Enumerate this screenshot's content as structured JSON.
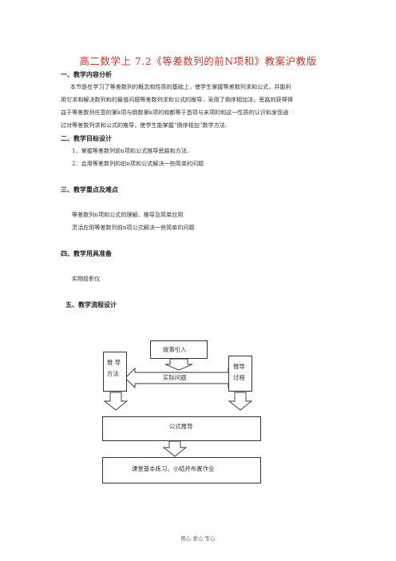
{
  "title": "高二数学上 7.2《等差数列的前N项和》教案沪教版",
  "sections": [
    {
      "heading": "一、教学内容分析",
      "paragraph_lines": [
        "本节是在学习了等差数列的概念和性质的基础上，使学生掌握等差数列求和公式，并能利",
        "用它求和解决数列和的最值问题等差数列求和公式的推导，采用了倒序相加法，思路的获得得",
        "益于等差数列任意的第k项与倒数第k项的和都等于首项与末项的和这一性质的认识和发现通",
        "过对等差数列求和公式的推导，使学生能掌握“倒序相加”数学方法."
      ]
    },
    {
      "heading": "二、教学目标设计",
      "items": [
        "1．掌握等差数列前n项和公式推导思路和方法.",
        "2．会用等差数列的前n项和公式解决一些简单的问题"
      ]
    },
    {
      "heading": "三、教学重点及难点",
      "items": [
        "等差数列n项和公式的理解、推导及简单应用",
        "灵活应用等差数列前n项公式解决一些简单的问题"
      ]
    },
    {
      "heading": "四、教学用具准备",
      "items": [
        "实物投影仪"
      ]
    },
    {
      "heading": "五、教学流程设计"
    }
  ],
  "flowchart": {
    "story": "故事引入",
    "left_line1": "推  导",
    "left_line2": "方法",
    "problem": "实际问题",
    "right_line1": "推导",
    "right_line2": "过程",
    "formula": "公式推导",
    "practice": "课堂基本练习、小结并布置作业"
  },
  "footer": "用心    爱心    专心"
}
